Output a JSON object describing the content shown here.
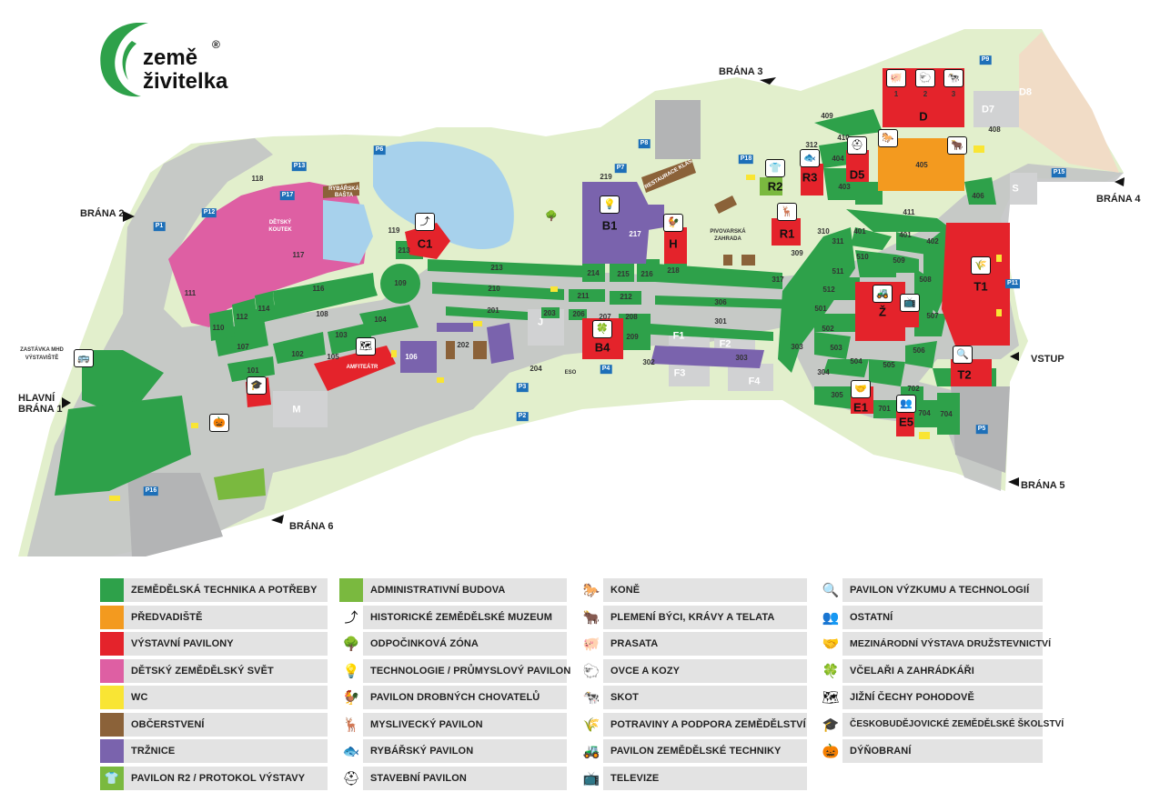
{
  "brand": {
    "line1": "země",
    "line2": "živitelka",
    "reg": "®"
  },
  "colors": {
    "green": "#2ea14a",
    "orange": "#f39a1f",
    "red": "#e4232b",
    "pink": "#de5fa3",
    "yellow": "#f9e534",
    "brown": "#8b6239",
    "purple": "#7a63ad",
    "admin_green": "#7ab93f",
    "road": "#c3c4c5",
    "lawn": "#e2efcc",
    "water": "#a7d1ec",
    "parking": "#1d6fb8",
    "legend_bg": "#e3e3e3"
  },
  "gates": {
    "g1": "HLAVNÍ BRÁNA 1",
    "g1a": "HLAVNÍ",
    "g1b": "BRÁNA 1",
    "g2": "BRÁNA 2",
    "g3": "BRÁNA 3",
    "g4": "BRÁNA 4",
    "g5": "BRÁNA 5",
    "g6": "BRÁNA 6",
    "vstup": "VSTUP"
  },
  "map_labels": {
    "bus_stop_a": "ZASTÁVKA MHD",
    "bus_stop_b": "VÝSTAVIŠTĚ",
    "kids_a": "DĚTSKÝ",
    "kids_b": "KOUTEK",
    "fish_bar_a": "RYBÁŘSKÁ",
    "fish_bar_b": "BAŠTA",
    "restaurant": "RESTAURACE KLAS",
    "beer_garden_a": "PIVOVARSKÁ",
    "beer_garden_b": "ZAHRADA",
    "amphi": "AMFITEÁTR",
    "eso": "ESO"
  },
  "pavilions": {
    "C1": "C1",
    "B1": "B1",
    "H": "H",
    "R1": "R1",
    "R2": "R2",
    "R3": "R3",
    "D5": "D5",
    "D": "D",
    "Z": "Ž",
    "T1": "T1",
    "T2": "T2",
    "B4": "B4",
    "E1": "E1",
    "E5": "E5",
    "d1": "1",
    "d2": "2",
    "d3": "3",
    "M": "M",
    "J": "J",
    "F1": "F1",
    "F2": "F2",
    "F3": "F3",
    "F4": "F4",
    "D7": "D7",
    "D8": "D8",
    "S": "S"
  },
  "plots": {
    "p101": "101",
    "p102": "102",
    "p103": "103",
    "p104": "104",
    "p105": "105",
    "p106": "106",
    "p107": "107",
    "p108": "108",
    "p109": "109",
    "p110": "110",
    "p111": "111",
    "p112": "112",
    "p114": "114",
    "p116": "116",
    "p117": "117",
    "p118": "118",
    "p119": "119",
    "p201": "201",
    "p202": "202",
    "p203": "203",
    "p204": "204",
    "p206": "206",
    "p207": "207",
    "p208": "208",
    "p209": "209",
    "p210": "210",
    "p211": "211",
    "p212": "212",
    "p213": "213",
    "p213b": "213",
    "p214": "214",
    "p215": "215",
    "p216": "216",
    "p217": "217",
    "p218": "218",
    "p219": "219",
    "p301": "301",
    "p302": "302",
    "p303": "303",
    "p303b": "303",
    "p304": "304",
    "p305": "305",
    "p306": "306",
    "p309": "309",
    "p310": "310",
    "p311": "311",
    "p312": "312",
    "p317": "317",
    "p401": "401",
    "p401b": "401",
    "p402": "402",
    "p403": "403",
    "p404": "404",
    "p405": "405",
    "p406": "406",
    "p408": "408",
    "p409": "409",
    "p410": "410",
    "p411": "411",
    "p501": "501",
    "p502": "502",
    "p503": "503",
    "p504": "504",
    "p505": "505",
    "p506": "506",
    "p507": "507",
    "p508": "508",
    "p509": "509",
    "p510": "510",
    "p511": "511",
    "p512": "512",
    "p701": "701",
    "p702": "702",
    "p704": "704",
    "p704b": "704"
  },
  "parking": {
    "P1": "P1",
    "P2": "P2",
    "P3": "P3",
    "P4": "P4",
    "P5": "P5",
    "P6": "P6",
    "P7": "P7",
    "P8": "P8",
    "P9": "P9",
    "P11": "P11",
    "P12": "P12",
    "P13": "P13",
    "P15": "P15",
    "P16": "P16",
    "P17": "P17",
    "P18": "P18"
  },
  "legend": {
    "col1": [
      {
        "label": "ZEMĚDĚLSKÁ TECHNIKA A POTŘEBY",
        "color": "#2ea14a"
      },
      {
        "label": "PŘEDVADIŠTĚ",
        "color": "#f39a1f"
      },
      {
        "label": "VÝSTAVNÍ PAVILONY",
        "color": "#e4232b"
      },
      {
        "label": "DĚTSKÝ ZEMĚDĚLSKÝ SVĚT",
        "color": "#de5fa3"
      },
      {
        "label": "WC",
        "color": "#f9e534"
      },
      {
        "label": "OBČERSTVENÍ",
        "color": "#8b6239"
      },
      {
        "label": "TRŽNICE",
        "color": "#7a63ad"
      },
      {
        "label": "PAVILON R2 / PROTOKOL VÝSTAVY",
        "color": "#7ab93f",
        "icon": "👕"
      }
    ],
    "col2": [
      {
        "label": "ADMINISTRATIVNÍ BUDOVA",
        "color": "#7ab93f"
      },
      {
        "label": "HISTORICKÉ ZEMĚDĚLSKÉ MUZEUM",
        "icon": "⤴"
      },
      {
        "label": "ODPOČINKOVÁ ZÓNA",
        "icon": "🌳"
      },
      {
        "label": "TECHNOLOGIE / PRŮMYSLOVÝ PAVILON",
        "icon": "💡"
      },
      {
        "label": "PAVILON DROBNÝCH CHOVATELŮ",
        "icon": "🐓"
      },
      {
        "label": "MYSLIVECKÝ PAVILON",
        "icon": "🦌"
      },
      {
        "label": "RYBÁŘSKÝ PAVILON",
        "icon": "🐟"
      },
      {
        "label": "STAVEBNÍ PAVILON",
        "icon": "⛑"
      }
    ],
    "col3": [
      {
        "label": "KONĚ",
        "icon": "🐎"
      },
      {
        "label": "PLEMENÍ BÝCI, KRÁVY A TELATA",
        "icon": "🐂"
      },
      {
        "label": "PRASATA",
        "icon": "🐖"
      },
      {
        "label": "OVCE A KOZY",
        "icon": "🐑"
      },
      {
        "label": "SKOT",
        "icon": "🐄"
      },
      {
        "label": "POTRAVINY A PODPORA ZEMĚDĚLSTVÍ",
        "icon": "🌾"
      },
      {
        "label": "PAVILON ZEMĚDĚLSKÉ TECHNIKY",
        "icon": "🚜"
      },
      {
        "label": "TELEVIZE",
        "icon": "📺"
      }
    ],
    "col4": [
      {
        "label": "PAVILON VÝZKUMU A TECHNOLOGIÍ",
        "icon": "🔍"
      },
      {
        "label": "OSTATNÍ",
        "icon": "👥"
      },
      {
        "label": "MEZINÁRODNÍ VÝSTAVA DRUŽSTEVNICTVÍ",
        "icon": "🤝"
      },
      {
        "label": "VČELAŘI A ZAHRÁDKÁŘI",
        "icon": "🍀"
      },
      {
        "label": "JIŽNÍ ČECHY POHODOVĚ",
        "icon": "🗺"
      },
      {
        "label": "ČESKOBUDĚJOVICKÉ ZEMĚDĚLSKÉ ŠKOLSTVÍ",
        "icon": "🎓"
      },
      {
        "label": "DÝŇOBRANÍ",
        "icon": "🎃"
      }
    ]
  }
}
